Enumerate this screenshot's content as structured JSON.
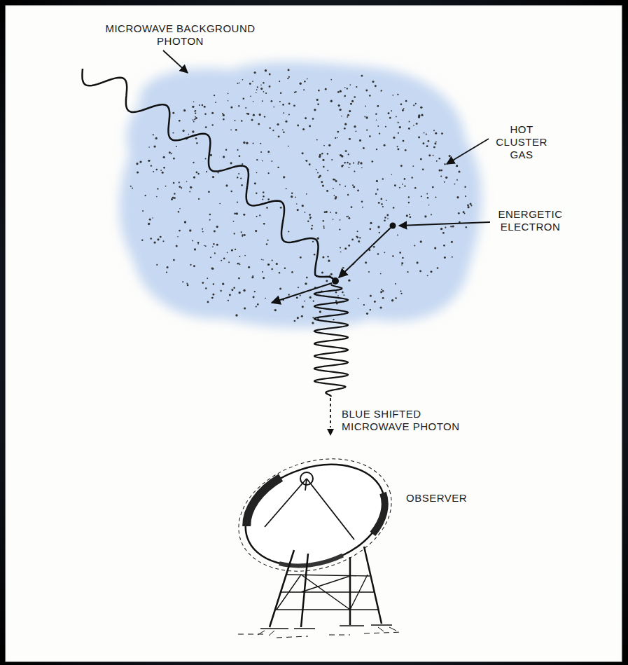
{
  "diagram": {
    "labels": [
      "MICROWAVE BACKGROUND PHOTON",
      "HOT CLUSTER GAS",
      "ENERGETIC ELECTRON",
      "BLUE SHIFTED MICROWAVE PHOTON",
      "OBSERVER"
    ]
  }
}
